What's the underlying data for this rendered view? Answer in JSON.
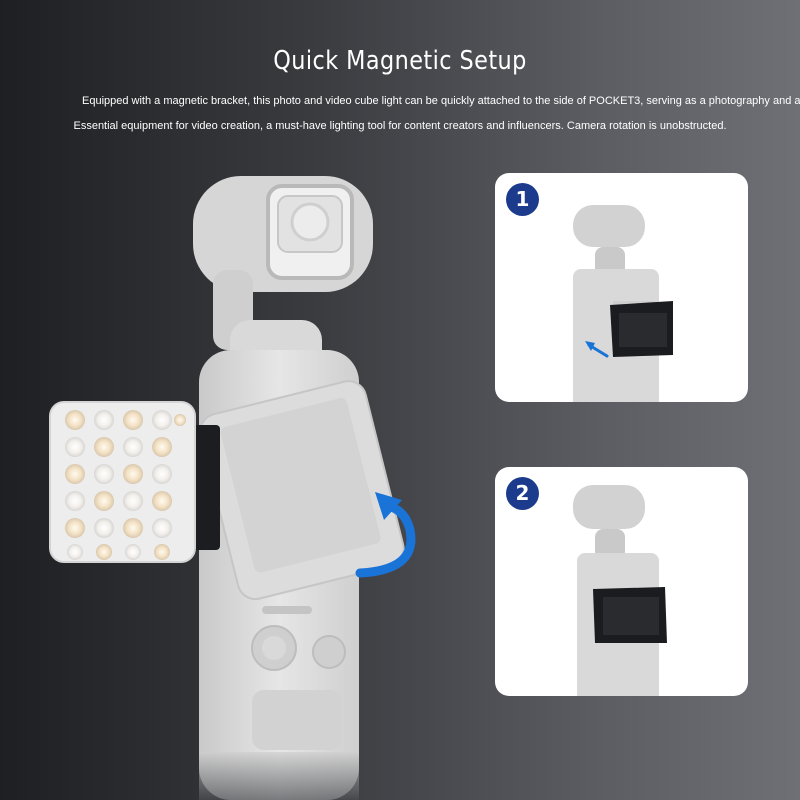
{
  "header": {
    "title": "Quick Magnetic Setup",
    "line1": "Equipped with a magnetic bracket, this photo and video cube light can be quickly attached to the side of POCKET3, serving as a photography and action",
    "line2": "Essential equipment for video creation, a must-have lighting tool for content creators and influencers. Camera rotation is unobstructed."
  },
  "steps": [
    {
      "number": "1",
      "icon": "arrow-attach-icon"
    },
    {
      "number": "2",
      "icon": "bracket-attached"
    }
  ],
  "hero": {
    "icons": [
      "gimbal-camera",
      "led-cube-light",
      "rotate-arrow-icon"
    ]
  },
  "colors": {
    "badge": "#1c3b8c",
    "arrow": "#1a73d6",
    "bracket": "#1b1c1f"
  }
}
